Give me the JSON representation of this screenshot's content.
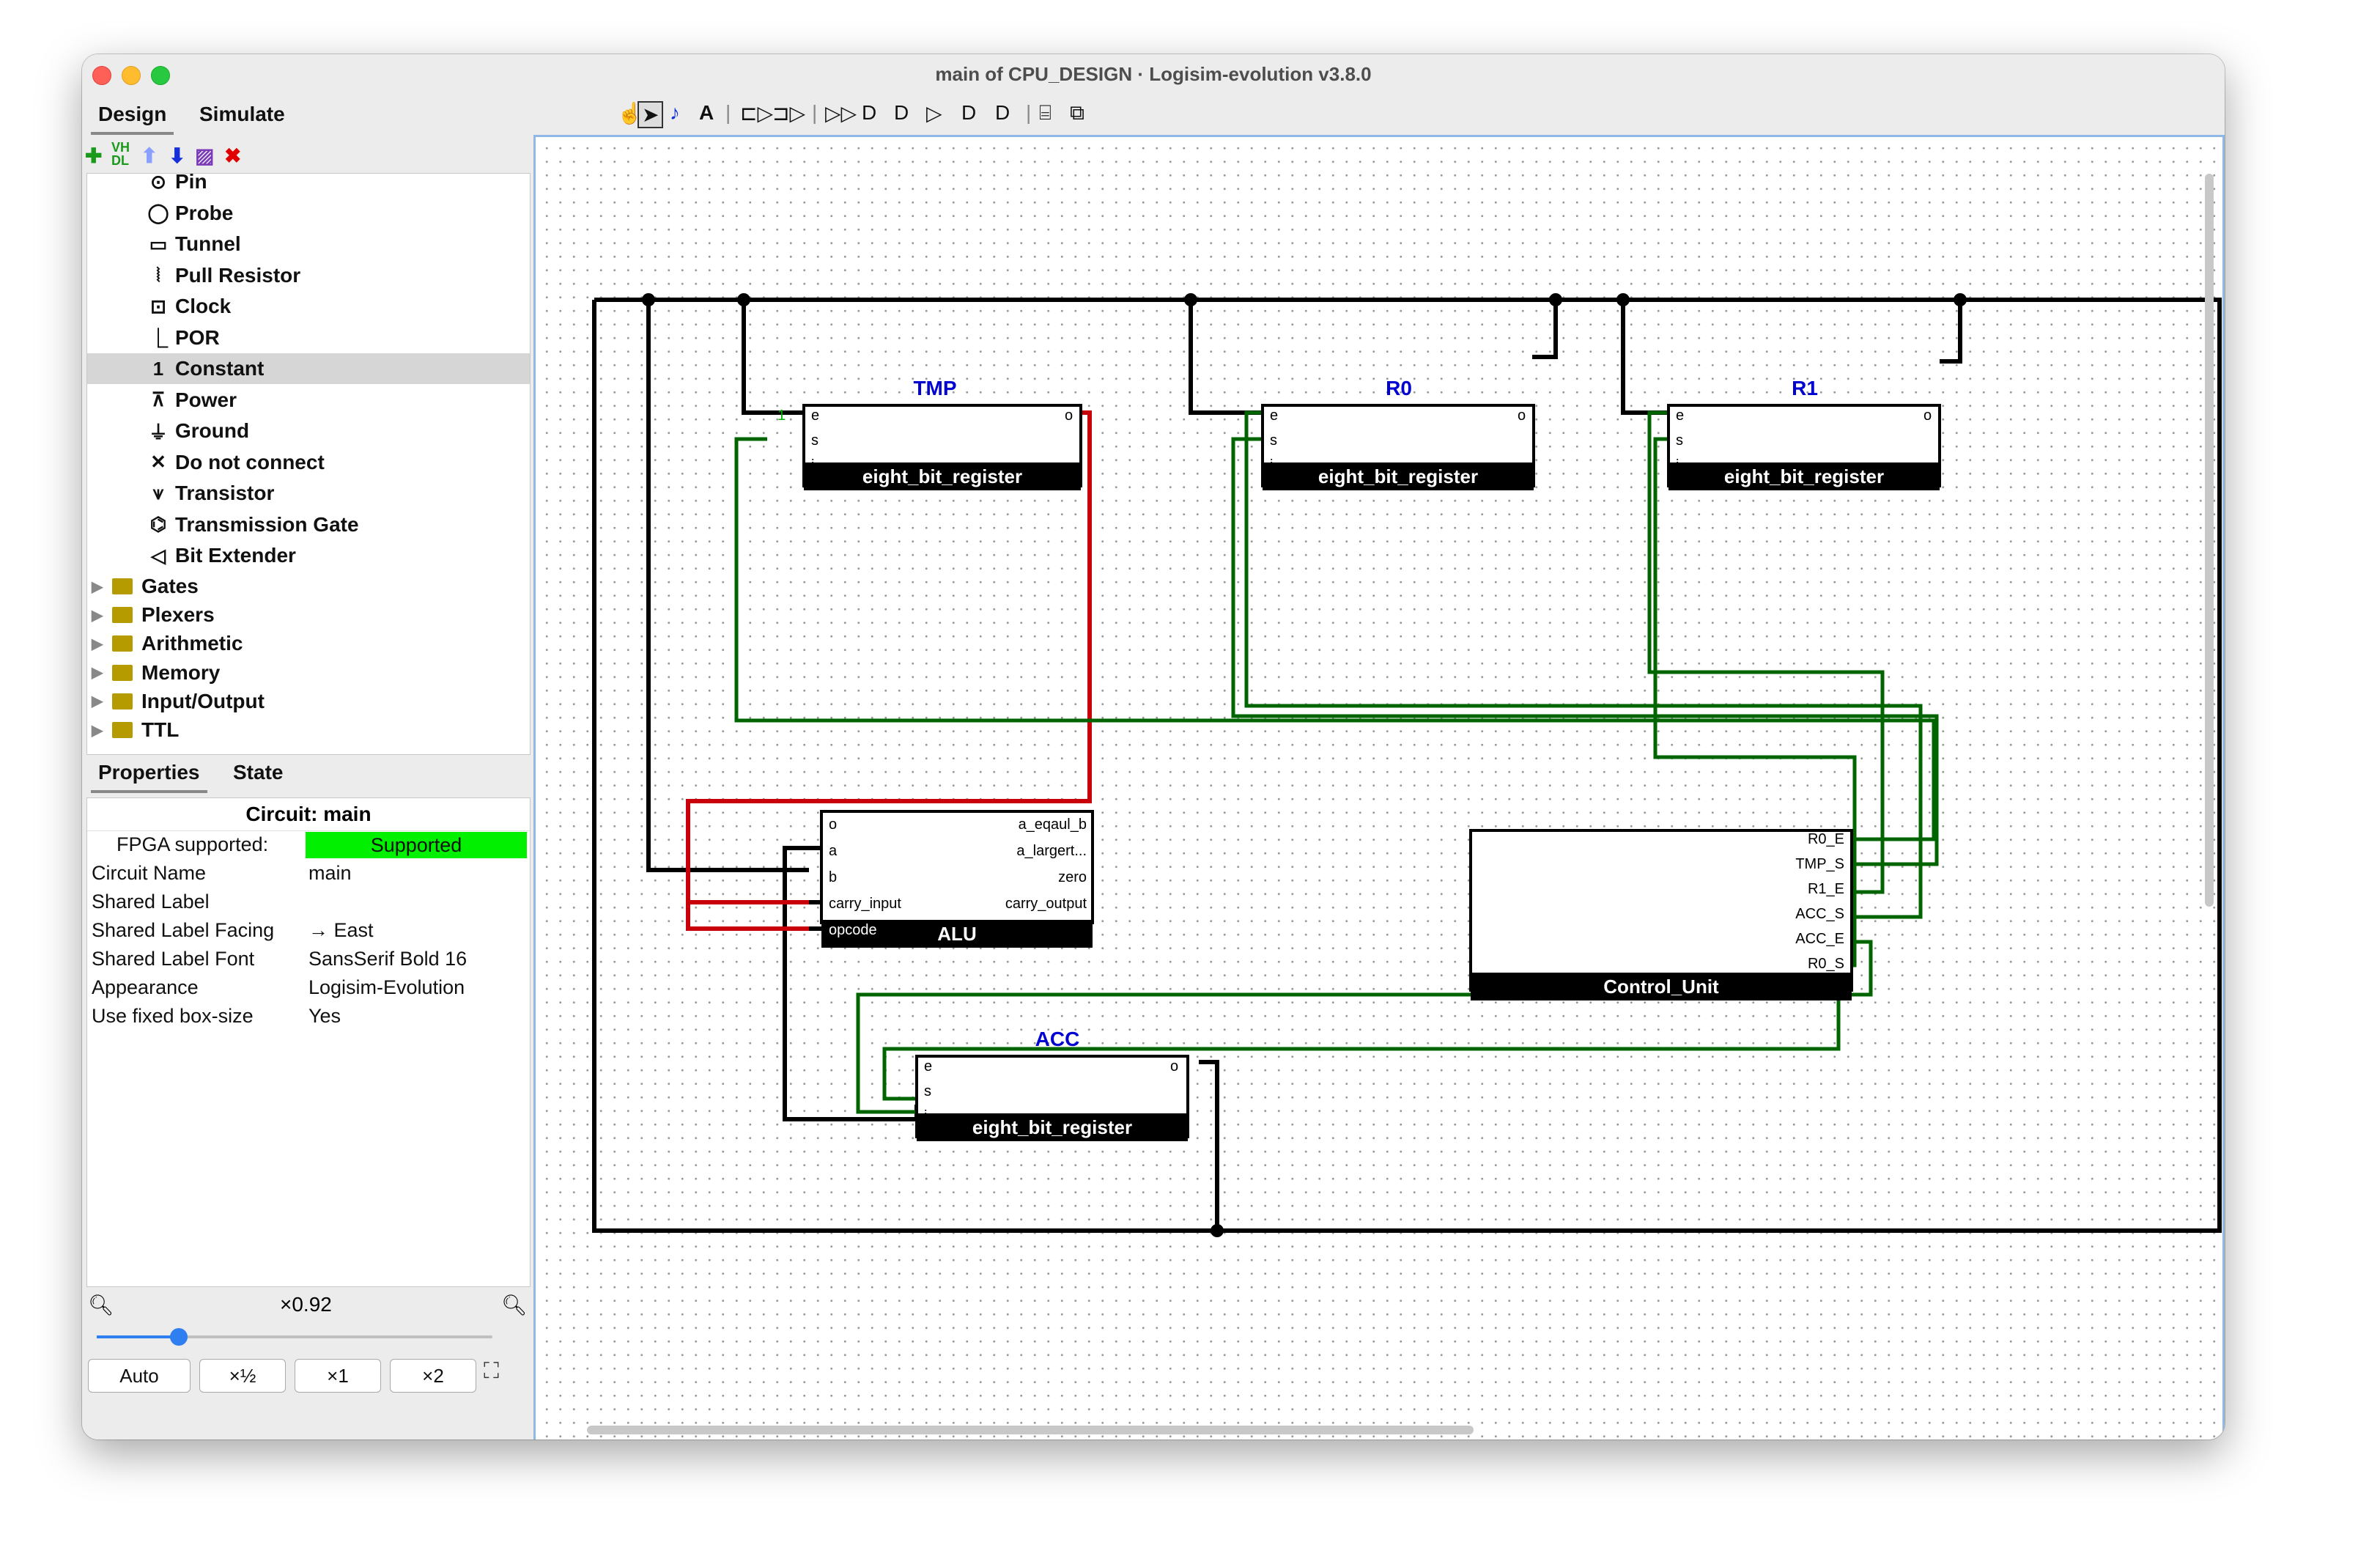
{
  "window": {
    "title": "main of CPU_DESIGN · Logisim-evolution v3.8.0"
  },
  "top_tabs": [
    "Design",
    "Simulate"
  ],
  "tree": {
    "items": [
      {
        "label": "Pin",
        "icon": "pin-icon",
        "glyph": "⊙"
      },
      {
        "label": "Probe",
        "icon": "probe-icon",
        "glyph": "◯"
      },
      {
        "label": "Tunnel",
        "icon": "tunnel-icon",
        "glyph": "▭"
      },
      {
        "label": "Pull Resistor",
        "icon": "pull-resistor-icon",
        "glyph": "⦚"
      },
      {
        "label": "Clock",
        "icon": "clock-icon",
        "glyph": "⊡"
      },
      {
        "label": "POR",
        "icon": "por-icon",
        "glyph": "⎿"
      },
      {
        "label": "Constant",
        "icon": "constant-icon",
        "glyph": "1"
      },
      {
        "label": "Power",
        "icon": "power-icon",
        "glyph": "⊼"
      },
      {
        "label": "Ground",
        "icon": "ground-icon",
        "glyph": "⏚"
      },
      {
        "label": "Do not connect",
        "icon": "do-not-connect-icon",
        "glyph": "✕"
      },
      {
        "label": "Transistor",
        "icon": "transistor-icon",
        "glyph": "⩛"
      },
      {
        "label": "Transmission Gate",
        "icon": "transmission-gate-icon",
        "glyph": "⌬"
      },
      {
        "label": "Bit Extender",
        "icon": "bit-extender-icon",
        "glyph": "◁"
      }
    ],
    "folders": [
      "Gates",
      "Plexers",
      "Arithmetic",
      "Memory",
      "Input/Output",
      "TTL"
    ],
    "selected": "Constant"
  },
  "props_tabs": [
    "Properties",
    "State"
  ],
  "properties": {
    "header": "Circuit: main",
    "rows": [
      {
        "key": "FPGA supported:",
        "value": "Supported"
      },
      {
        "key": "Circuit Name",
        "value": "main"
      },
      {
        "key": "Shared Label",
        "value": ""
      },
      {
        "key": "Shared Label Facing",
        "value": "→ East"
      },
      {
        "key": "Shared Label Font",
        "value": "SansSerif Bold 16"
      },
      {
        "key": "Appearance",
        "value": "Logisim-Evolution"
      },
      {
        "key": "Use fixed box-size",
        "value": "Yes"
      }
    ],
    "supported_color": "#00f000"
  },
  "zoom": {
    "value": "×0.92",
    "buttons": [
      "Auto",
      "×½",
      "×1",
      "×2"
    ]
  },
  "circuit": {
    "registers": [
      {
        "label": "TMP",
        "name": "eight_bit_register"
      },
      {
        "label": "R0",
        "name": "eight_bit_register"
      },
      {
        "label": "R1",
        "name": "eight_bit_register"
      },
      {
        "label": "ACC",
        "name": "eight_bit_register"
      }
    ],
    "reg_pins": {
      "e": "e",
      "s": "s",
      "i": "i",
      "o": "o"
    },
    "constant_value": "1",
    "alu": {
      "name": "ALU",
      "left_pins": [
        "o",
        "a",
        "b",
        "carry_input",
        "opcode"
      ],
      "right_pins": [
        "a_eqaul_b",
        "a_largert...",
        "zero",
        "carry_output"
      ]
    },
    "control_unit": {
      "name": "Control_Unit",
      "pins": [
        "R0_E",
        "TMP_S",
        "R1_E",
        "ACC_S",
        "ACC_E",
        "R0_S"
      ]
    },
    "colors": {
      "wire_black": "#000000",
      "wire_red": "#c8000a",
      "wire_green": "#006400",
      "label_blue": "#0000d0"
    }
  }
}
